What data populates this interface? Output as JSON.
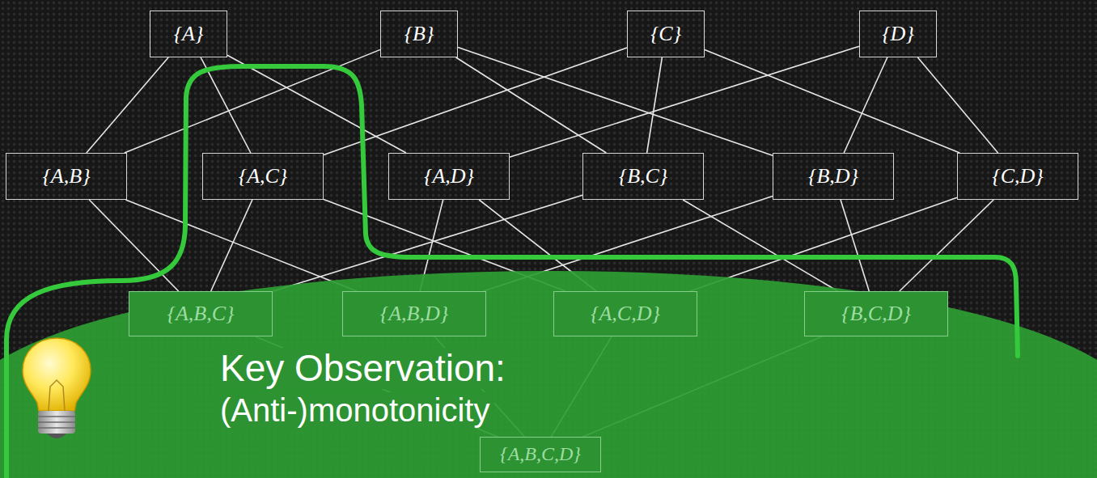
{
  "diagram": {
    "nodes": [
      {
        "text": [
          "{A}"
        ]
      },
      {
        "text": [
          "{B}"
        ]
      },
      {
        "text": [
          "{C}"
        ]
      },
      {
        "text": [
          "{D}"
        ]
      },
      {
        "text": [
          "{A,B}"
        ]
      },
      {
        "text": [
          "{A,C}"
        ]
      },
      {
        "text": [
          "{A,D}"
        ]
      },
      {
        "text": [
          "{B,C}"
        ]
      },
      {
        "text": [
          "{B,D}"
        ]
      },
      {
        "text": [
          "{C,D}"
        ]
      },
      {
        "text": [
          "{A,B,C}"
        ]
      },
      {
        "text": [
          "{A,B,D}"
        ]
      },
      {
        "text": [
          "{A,C,D}"
        ]
      },
      {
        "text": [
          "{B,C,D}"
        ]
      },
      {
        "text": [
          "{A,B,C,D}"
        ]
      }
    ],
    "edges": [
      {
        "from": 0,
        "to": 4,
        "arrow": "none"
      },
      {
        "from": 0,
        "to": 5,
        "arrow": "none"
      },
      {
        "from": 0,
        "to": 6,
        "arrow": "none"
      },
      {
        "from": 1,
        "to": 4,
        "arrow": "none"
      },
      {
        "from": 1,
        "to": 7,
        "arrow": "none"
      },
      {
        "from": 1,
        "to": 8,
        "arrow": "none"
      },
      {
        "from": 2,
        "to": 5,
        "arrow": "none"
      },
      {
        "from": 2,
        "to": 7,
        "arrow": "none"
      },
      {
        "from": 2,
        "to": 9,
        "arrow": "none"
      },
      {
        "from": 3,
        "to": 6,
        "arrow": "none"
      },
      {
        "from": 3,
        "to": 8,
        "arrow": "none"
      },
      {
        "from": 3,
        "to": 9,
        "arrow": "none"
      },
      {
        "from": 4,
        "to": 10,
        "arrow": "none"
      },
      {
        "from": 4,
        "to": 11,
        "arrow": "none"
      },
      {
        "from": 5,
        "to": 10,
        "arrow": "none"
      },
      {
        "from": 5,
        "to": 12,
        "arrow": "none"
      },
      {
        "from": 6,
        "to": 11,
        "arrow": "none"
      },
      {
        "from": 6,
        "to": 12,
        "arrow": "none"
      },
      {
        "from": 7,
        "to": 10,
        "arrow": "none"
      },
      {
        "from": 7,
        "to": 13,
        "arrow": "none"
      },
      {
        "from": 8,
        "to": 11,
        "arrow": "none"
      },
      {
        "from": 8,
        "to": 13,
        "arrow": "none"
      },
      {
        "from": 9,
        "to": 12,
        "arrow": "none"
      },
      {
        "from": 9,
        "to": 13,
        "arrow": "none"
      },
      {
        "from": 10,
        "to": 14,
        "arrow": "none"
      },
      {
        "from": 11,
        "to": 14,
        "arrow": "none"
      },
      {
        "from": 12,
        "to": 14,
        "arrow": "none"
      },
      {
        "from": 13,
        "to": 14,
        "arrow": "none"
      }
    ],
    "labels": [
      "Key Observation:",
      "(Anti-)monotonicity"
    ]
  }
}
